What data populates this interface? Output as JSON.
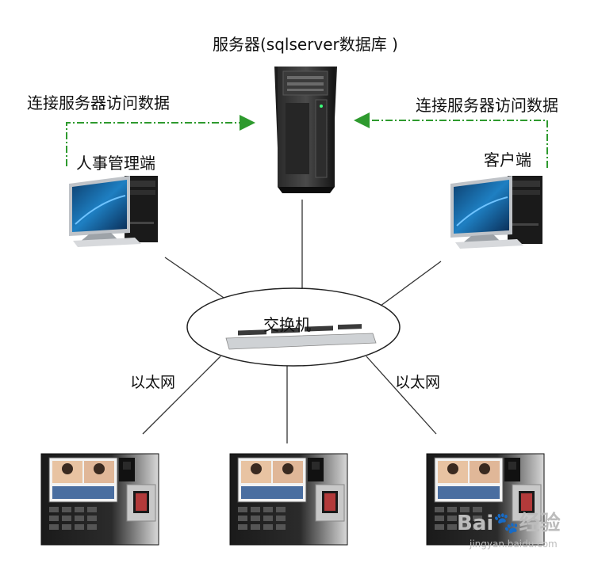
{
  "nodes": {
    "server": {
      "label": "服务器(sqlserver数据库 )"
    },
    "hr_client": {
      "label": "人事管理端"
    },
    "customer_client": {
      "label": "客户端"
    },
    "switch": {
      "label": "交换机"
    }
  },
  "edges": {
    "hr_to_server": {
      "label": "连接服务器访问数据"
    },
    "customer_to_server": {
      "label": "连接服务器访问数据"
    },
    "ethernet_left": {
      "label": "以太网"
    },
    "ethernet_right": {
      "label": "以太网"
    }
  },
  "watermark": {
    "brand": "Bai",
    "brand2": "经验",
    "url": "jingyan.baidu.com"
  },
  "colors": {
    "dashed_arrow": "#2e9a2e",
    "lines": "#333333",
    "ellipse": "#222222"
  }
}
